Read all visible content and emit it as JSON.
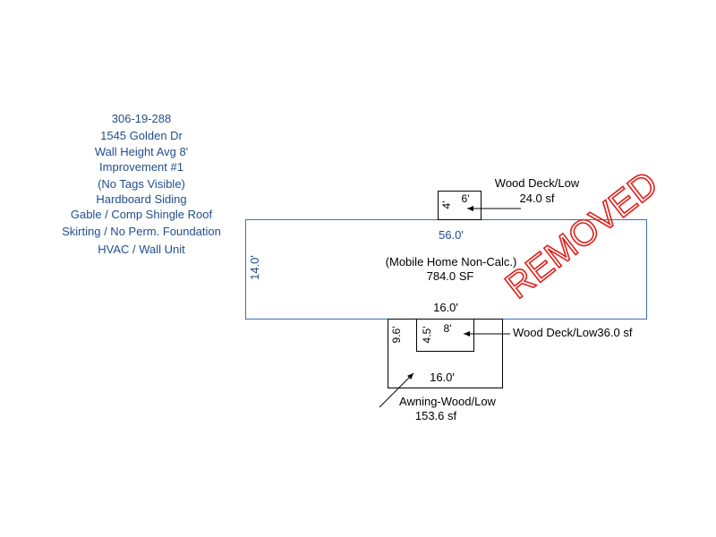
{
  "info": {
    "parcel": "306-19-288",
    "address": "1545 Golden Dr",
    "wall_height": "Wall Height Avg 8'",
    "improvement": "Improvement #1",
    "tags": "(No Tags Visible)",
    "siding": "Hardboard Siding",
    "roof": "Gable / Comp Shingle Roof",
    "foundation": "Skirting / No Perm. Foundation",
    "hvac": "HVAC / Wall Unit"
  },
  "main": {
    "top_dim": "56.0'",
    "left_dim": "14.0'",
    "bottom_dim": "16.0'",
    "label": "(Mobile Home Non-Calc.)",
    "area": "784.0 SF"
  },
  "deck_top": {
    "width_dim": "6'",
    "height_dim": "4'",
    "label": "Wood Deck/Low",
    "area": "24.0 sf"
  },
  "awning": {
    "height_dim": "9.6'",
    "bottom_dim": "16.0'",
    "label": "Awning-Wood/Low",
    "area": "153.6 sf"
  },
  "deck_bottom": {
    "width_dim": "8'",
    "height_dim": "4.5'",
    "label": "Wood Deck/Low36.0 sf"
  },
  "stamp": {
    "text": "REMOVED",
    "color": "#e0201a"
  },
  "colors": {
    "dimension": "#1f4e8c",
    "main_outline": "#3a6fc4",
    "line": "#000000"
  }
}
